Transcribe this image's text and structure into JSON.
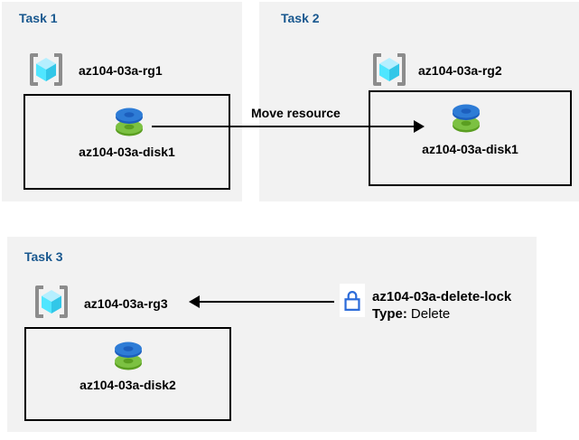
{
  "diagram": {
    "kind": "azure-lab-tasks-diagram",
    "colors": {
      "panel_bg": "#f2f2f2",
      "title_blue": "#19588f",
      "disk_blue_top": "#2e7cd6",
      "disk_blue_side": "#1c5fbe",
      "disk_green_top": "#7cc142",
      "disk_green_side": "#5a9e21",
      "cube_top": "#b5efff",
      "cube_left": "#50e6ff",
      "cube_right": "#32c7e8",
      "bracket_gray": "#8c8c8c",
      "lock_blue": "#2b6bd9",
      "line_black": "#000000"
    },
    "icons": {
      "resource_group": "azure-resource-group-icon",
      "disk": "azure-managed-disk-icon",
      "lock": "padlock-icon"
    }
  },
  "tasks": [
    {
      "title": "Task 1",
      "rg_name": "az104-03a-rg1",
      "disk_name": "az104-03a-disk1"
    },
    {
      "title": "Task 2",
      "rg_name": "az104-03a-rg2",
      "disk_name": "az104-03a-disk1"
    },
    {
      "title": "Task 3",
      "rg_name": "az104-03a-rg3",
      "disk_name": "az104-03a-disk2"
    }
  ],
  "move_arrow": {
    "label": "Move resource"
  },
  "lock": {
    "name": "az104-03a-delete-lock",
    "type_label": "Type:",
    "type_value": "Delete"
  }
}
